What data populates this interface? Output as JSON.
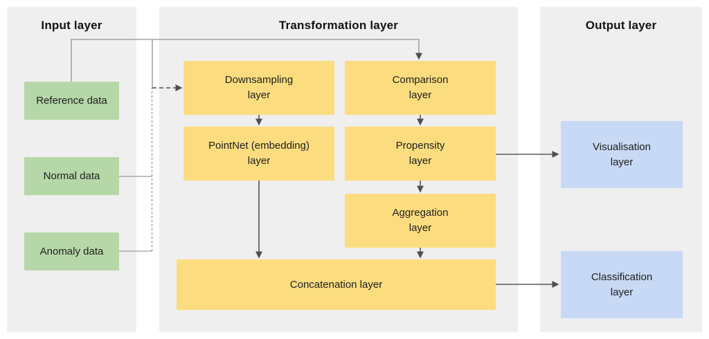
{
  "panels": {
    "input": {
      "title": "Input layer"
    },
    "transformation": {
      "title": "Transformation layer"
    },
    "output": {
      "title": "Output layer"
    }
  },
  "nodes": {
    "reference_data": {
      "label": "Reference data"
    },
    "normal_data": {
      "label": "Normal data"
    },
    "anomaly_data": {
      "label": "Anomaly data"
    },
    "downsampling": {
      "label": "Downsampling\nlayer"
    },
    "comparison": {
      "label": "Comparison\nlayer"
    },
    "pointnet": {
      "label": "PointNet (embedding)\nlayer"
    },
    "propensity": {
      "label": "Propensity\nlayer"
    },
    "aggregation": {
      "label": "Aggregation\nlayer"
    },
    "concatenation": {
      "label": "Concatenation layer"
    },
    "visualisation": {
      "label": "Visualisation\nlayer"
    },
    "classification": {
      "label": "Classification\nlayer"
    }
  },
  "edges": [
    {
      "from": "reference_data",
      "to": "comparison",
      "style": "solid-arrow"
    },
    {
      "from": "normal_data",
      "to": "downsampling",
      "style": "dashed-arrow"
    },
    {
      "from": "anomaly_data",
      "to": "downsampling",
      "style": "dashed-arrow"
    },
    {
      "from": "downsampling",
      "to": "pointnet",
      "style": "solid-arrow"
    },
    {
      "from": "comparison",
      "to": "propensity",
      "style": "solid-arrow"
    },
    {
      "from": "propensity",
      "to": "aggregation",
      "style": "solid-arrow"
    },
    {
      "from": "pointnet",
      "to": "concatenation",
      "style": "solid-arrow"
    },
    {
      "from": "aggregation",
      "to": "concatenation",
      "style": "solid-arrow"
    },
    {
      "from": "propensity",
      "to": "visualisation",
      "style": "solid-arrow"
    },
    {
      "from": "concatenation",
      "to": "classification",
      "style": "solid-arrow"
    }
  ],
  "colors": {
    "panel_bg": "#efefef",
    "green_box": "#b6d8a8",
    "yellow_box": "#fbdd80",
    "blue_box": "#c7d9f4",
    "wire_gray": "#909090",
    "arrow_dark": "#4f4f4f"
  }
}
